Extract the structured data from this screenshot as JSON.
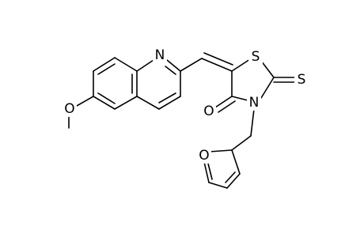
{
  "molecule": {
    "atoms": {
      "quinoline_n": "N",
      "methoxy_o": "O",
      "thiazolidine_s": "S",
      "thione_s": "S",
      "thiazolidine_n": "N",
      "carbonyl_o": "O",
      "furan_o": "O"
    }
  }
}
